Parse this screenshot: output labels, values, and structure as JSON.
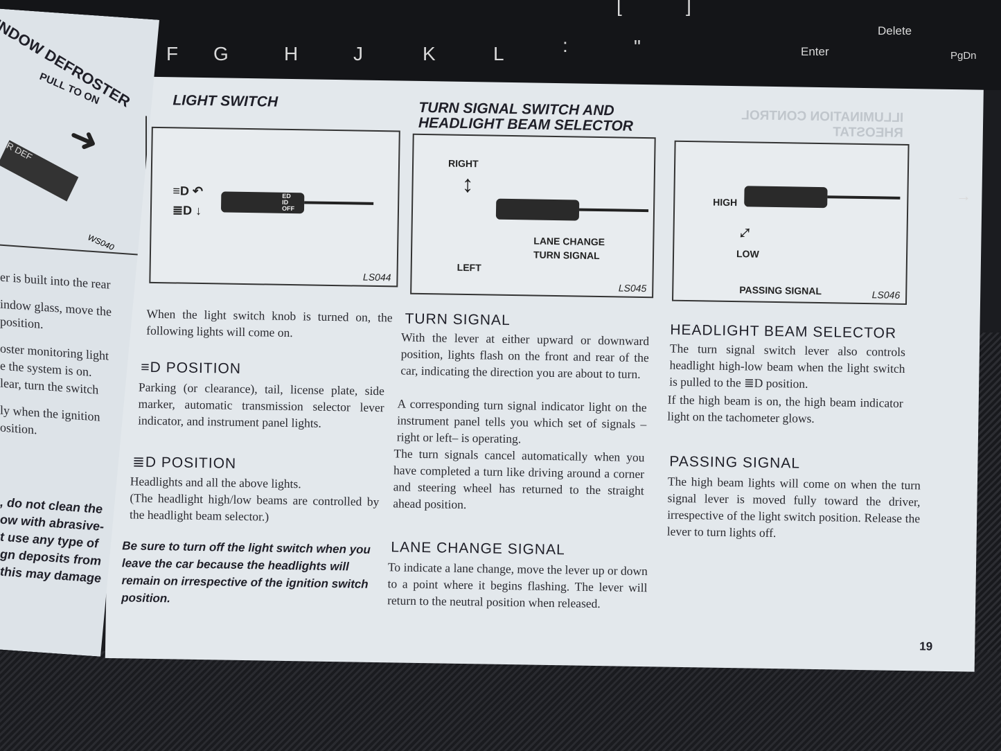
{
  "keyboard": {
    "keys": [
      "F",
      "G",
      "H",
      "J",
      "K",
      "L",
      ":",
      ";",
      "\"",
      "'",
      "[",
      "]",
      "Delete",
      "Enter",
      "PgDn",
      "→"
    ]
  },
  "left_page": {
    "title": "INDOW DEFROSTER",
    "diagram_label": "PULL TO ON",
    "switch_label": "R DEF",
    "code": "WS040",
    "lines": [
      "er is built into the rear",
      "indow glass, move the",
      "position.",
      "oster monitoring light",
      "e the system is on.",
      "lear, turn the switch",
      "ly when the ignition",
      "osition."
    ],
    "warning": [
      ", do not clean the",
      "ow with abrasive-",
      "t use any type of",
      "gn deposits from",
      "this may damage"
    ]
  },
  "light_switch": {
    "title": "LIGHT SWITCH",
    "code": "LS044",
    "intro": "When the light switch knob is turned on, the following lights will come on.",
    "position1_title": "POSITION",
    "position1_text": "Parking (or clearance), tail, license plate, side marker, automatic transmission selector lever indicator, and instrument panel lights.",
    "position2_title": "POSITION",
    "position2_text": "Headlights and all the above lights.",
    "position2_note": "(The headlight high/low beams are controlled by the headlight beam selector.)",
    "warning": "Be sure to turn off the light switch when you leave the car because the headlights will remain on irrespective of the ignition switch position."
  },
  "turn_signal": {
    "title": "TURN SIGNAL SWITCH AND HEADLIGHT BEAM SELECTOR",
    "code": "LS045",
    "labels": {
      "right": "RIGHT",
      "left": "LEFT",
      "lane_change": "LANE CHANGE",
      "turn_signal": "TURN SIGNAL"
    },
    "section_title": "TURN SIGNAL",
    "p1": "With the lever at either upward or downward position, lights flash on the front and rear of the car, indicating the direction you are about to turn.",
    "p2": "A corresponding turn signal indicator light on the instrument panel tells you which set of signals –right or left– is operating.",
    "p3": "The turn signals cancel automatically when you have completed a turn like driving around a corner and steering wheel has returned to the straight ahead position.",
    "lane_title": "LANE CHANGE SIGNAL",
    "lane_text": "To indicate a lane change, move the lever up or down to a point where it begins flashing. The lever will return to the neutral position when released."
  },
  "beam": {
    "code": "LS046",
    "labels": {
      "high": "HIGH",
      "low": "LOW",
      "passing": "PASSING SIGNAL"
    },
    "section_title": "HEADLIGHT BEAM SELECTOR",
    "p1": "The turn signal switch lever also controls headlight high-low beam when the light switch is pulled to the",
    "p1_end": "position.",
    "p2": "If the high beam is on, the high beam indicator light on the tachometer glows.",
    "passing_title": "PASSING SIGNAL",
    "passing_text": "The high beam lights will come on when the turn signal lever is moved fully toward the driver, irrespective of the light switch position. Release the lever to turn lights off."
  },
  "ghost_heading": "ILLUMINATION CONTROL RHEOSTAT",
  "knob_marks": "ED\nID\nOFF",
  "page_number": "19"
}
